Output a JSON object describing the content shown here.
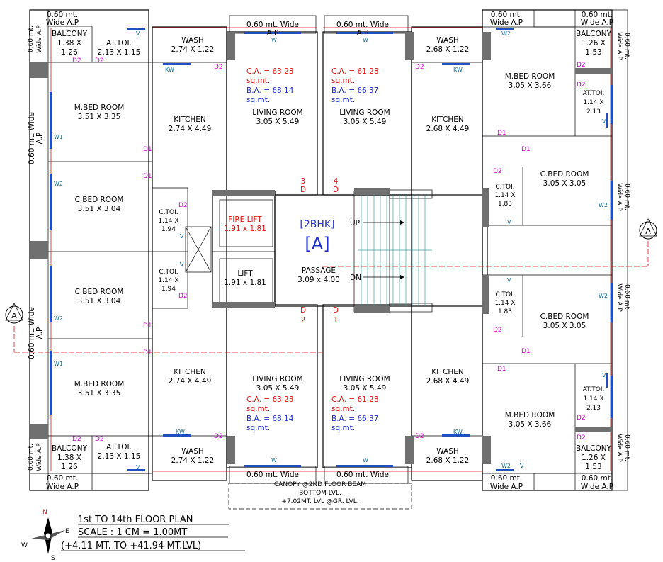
{
  "title": "1st TO 14th FLOOR PLAN",
  "scale": "SCALE : 1 CM = 1.00MT",
  "level": "(+4.11 MT. TO +41.94 MT.LVL)",
  "unit_type": "[2BHK]",
  "unit_letter": "[A]",
  "section_mark": "A",
  "compass": {
    "n": "N",
    "s": "S",
    "e": "E",
    "w": "W"
  },
  "rooms": {
    "wash_l1": [
      "WASH",
      "2.74 X 1.22"
    ],
    "wash_r1": [
      "WASH",
      "2.68 X 1.22"
    ],
    "wash_l2": [
      "WASH",
      "2.74 X 1.22"
    ],
    "wash_r2": [
      "WASH",
      "2.68 X 1.22"
    ],
    "mbed_l1": [
      "M.BED ROOM",
      "3.51 X 3.35"
    ],
    "mbed_l2": [
      "M.BED ROOM",
      "3.51 X 3.35"
    ],
    "mbed_r1": [
      "M.BED ROOM",
      "3.05 X 3.66"
    ],
    "mbed_r2": [
      "M.BED ROOM",
      "3.05 X 3.66"
    ],
    "cbed_l1": [
      "C.BED ROOM",
      "3.51 X 3.04"
    ],
    "cbed_l2": [
      "C.BED ROOM",
      "3.51 X 3.04"
    ],
    "cbed_r1": [
      "C.BED ROOM",
      "3.05 X 3.05"
    ],
    "cbed_r2": [
      "C.BED ROOM",
      "3.05 X 3.05"
    ],
    "kit_l1": [
      "KITCHEN",
      "2.74 X 4.49"
    ],
    "kit_l2": [
      "KITCHEN",
      "2.74 X 4.49"
    ],
    "kit_r1": [
      "KITCHEN",
      "2.68 X 4.49"
    ],
    "kit_r2": [
      "KITCHEN",
      "2.68 X 4.49"
    ],
    "liv_1": [
      "LIVING ROOM",
      "3.05 X 5.49"
    ],
    "liv_2": [
      "LIVING ROOM",
      "3.05 X 5.49"
    ],
    "liv_3": [
      "LIVING ROOM",
      "3.05 X 5.49"
    ],
    "liv_4": [
      "LIVING ROOM",
      "3.05 X 5.49"
    ],
    "ctoi_l1": [
      "C.TOI.",
      "1.14 X",
      "1.94"
    ],
    "ctoi_l2": [
      "C.TOI.",
      "1.14 X",
      "1.94"
    ],
    "ctoi_r1": [
      "C.TOI.",
      "1.14 X",
      "1.83"
    ],
    "ctoi_r2": [
      "C.TOI.",
      "1.14 X",
      "1.83"
    ],
    "attoi_l1": [
      "AT.TOI.",
      "2.13 X 1.15"
    ],
    "attoi_l2": [
      "AT.TOI.",
      "2.13 X 1.15"
    ],
    "attoi_r1": [
      "AT.TOI.",
      "1.14 X",
      "2.13"
    ],
    "attoi_r2": [
      "AT.TOI.",
      "1.14 X",
      "2.13"
    ],
    "bal_l1": [
      "BALCONY",
      "1.38 X",
      "1.26"
    ],
    "bal_l2": [
      "BALCONY",
      "1.38 X",
      "1.26"
    ],
    "bal_r1": [
      "BALCONY",
      "1.26 X",
      "1.53"
    ],
    "bal_r2": [
      "BALCONY",
      "1.26 X",
      "1.53"
    ],
    "fire_lift": [
      "FIRE LIFT",
      "1.91 x 1.81"
    ],
    "lift": [
      "LIFT",
      "1.91 x 1.81"
    ],
    "passage": [
      "PASSAGE",
      "3.09 x 4.00"
    ]
  },
  "areas": {
    "u3": {
      "ca": "C.A. = 63.23",
      "ba": "B.A. = 68.14",
      "unit": "sq.mt."
    },
    "u4": {
      "ca": "C.A. = 61.28",
      "ba": "B.A. = 66.37",
      "unit": "sq.mt."
    },
    "u2": {
      "ca": "C.A. = 63.23",
      "ba": "B.A. = 68.14",
      "unit": "sq.mt."
    },
    "u1": {
      "ca": "C.A. = 61.28",
      "ba": "B.A. = 66.37",
      "unit": "sq.mt."
    }
  },
  "ap": {
    "short": "0.60 mt.",
    "wide": "Wide A.P",
    "long": "0.60 mt. Wide",
    "ap": "A.P",
    "vert": "0.60 mt. Wide A.P"
  },
  "canopy": {
    "l1": "CANOPY @2ND FLOOR BEAM",
    "l2": "BOTTOM LVL.",
    "l3": "+7.02MT. LVL @GR. LVL."
  },
  "stair": {
    "up": "UP",
    "dn": "DN"
  },
  "door_nums": {
    "d3": "3",
    "d4": "4",
    "d2": "2",
    "d1": "1",
    "d": "D"
  },
  "codes": {
    "d1": "D1",
    "d2": "D2",
    "w": "W",
    "w1": "W1",
    "w2": "W2",
    "kw": "KW",
    "v": "V"
  }
}
